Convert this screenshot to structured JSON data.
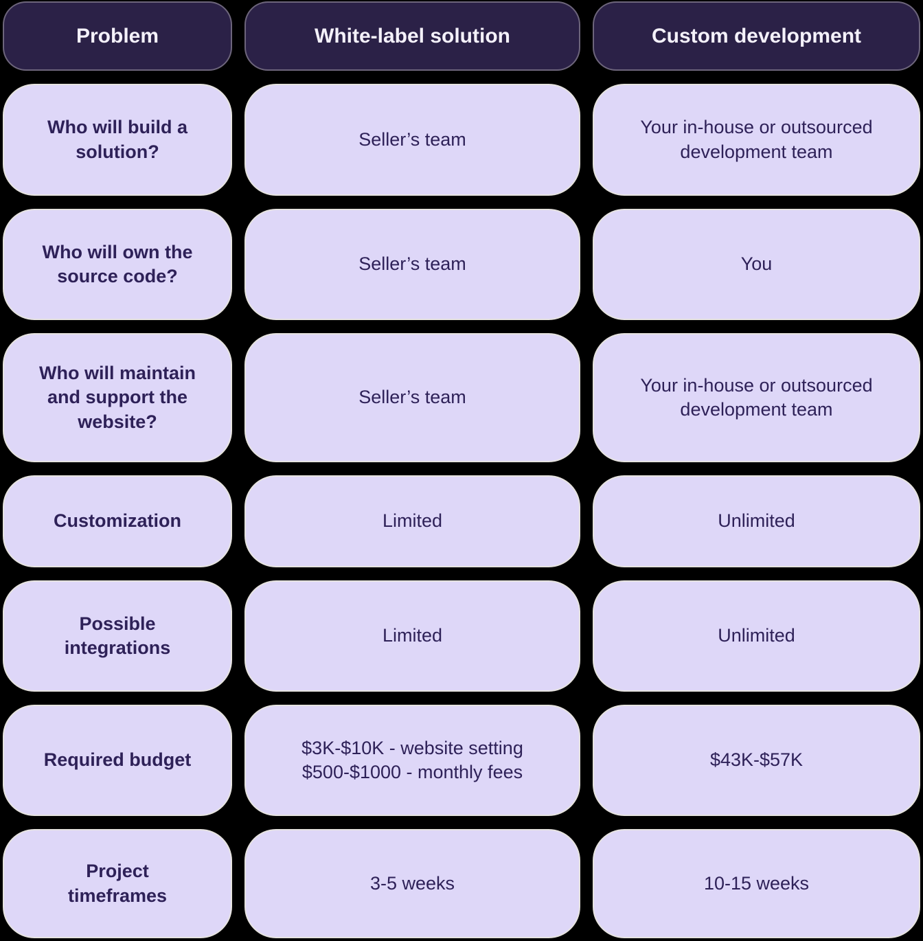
{
  "chart_data": {
    "type": "table",
    "title": "White-label solution vs Custom development comparison",
    "columns": [
      "Problem",
      "White-label solution",
      "Custom development"
    ],
    "rows": [
      [
        "Who will build a solution?",
        "Seller’s team",
        "Your in-house or outsourced development team"
      ],
      [
        "Who will own the source code?",
        "Seller’s team",
        "You"
      ],
      [
        "Who will maintain and support the website?",
        "Seller’s team",
        "Your in-house or outsourced development team"
      ],
      [
        "Customization",
        "Limited",
        "Unlimited"
      ],
      [
        "Possible integrations",
        "Limited",
        "Unlimited"
      ],
      [
        "Required budget",
        "$3K-$10K - website setting; $500-$1000 - monthly fees",
        "$43K-$57K"
      ],
      [
        "Project timeframes",
        "3-5 weeks",
        "10-15 weeks"
      ]
    ],
    "layout": {
      "legend": "none",
      "grid": "off",
      "header_style": "dark pill cells",
      "body_style": "lavender rounded cells on black background"
    }
  },
  "table": {
    "headers": [
      "Problem",
      "White-label solution",
      "Custom development"
    ],
    "rows": [
      {
        "problem": "Who will build a\nsolution?",
        "white_label": "Seller’s team",
        "custom": "Your in-house or outsourced\ndevelopment team"
      },
      {
        "problem": "Who will own the\nsource code?",
        "white_label": "Seller’s team",
        "custom": "You"
      },
      {
        "problem": "Who will maintain\nand support the\nwebsite?",
        "white_label": "Seller’s team",
        "custom": "Your in-house or outsourced\ndevelopment team"
      },
      {
        "problem": "Customization",
        "white_label": "Limited",
        "custom": "Unlimited"
      },
      {
        "problem": "Possible\nintegrations",
        "white_label": "Limited",
        "custom": "Unlimited"
      },
      {
        "problem": "Required budget",
        "white_label": "$3K-$10K - website setting\n$500-$1000 - monthly fees",
        "custom": "$43K-$57K"
      },
      {
        "problem": "Project\ntimeframes",
        "white_label": "3-5 weeks",
        "custom": "10-15 weeks"
      }
    ]
  },
  "colors": {
    "background": "#000000",
    "header_bg": "#2b2147",
    "header_text": "#f4f1fa",
    "cell_bg": "#ded7f8",
    "cell_text": "#2e2158",
    "cell_border": "#e7e5dc"
  }
}
